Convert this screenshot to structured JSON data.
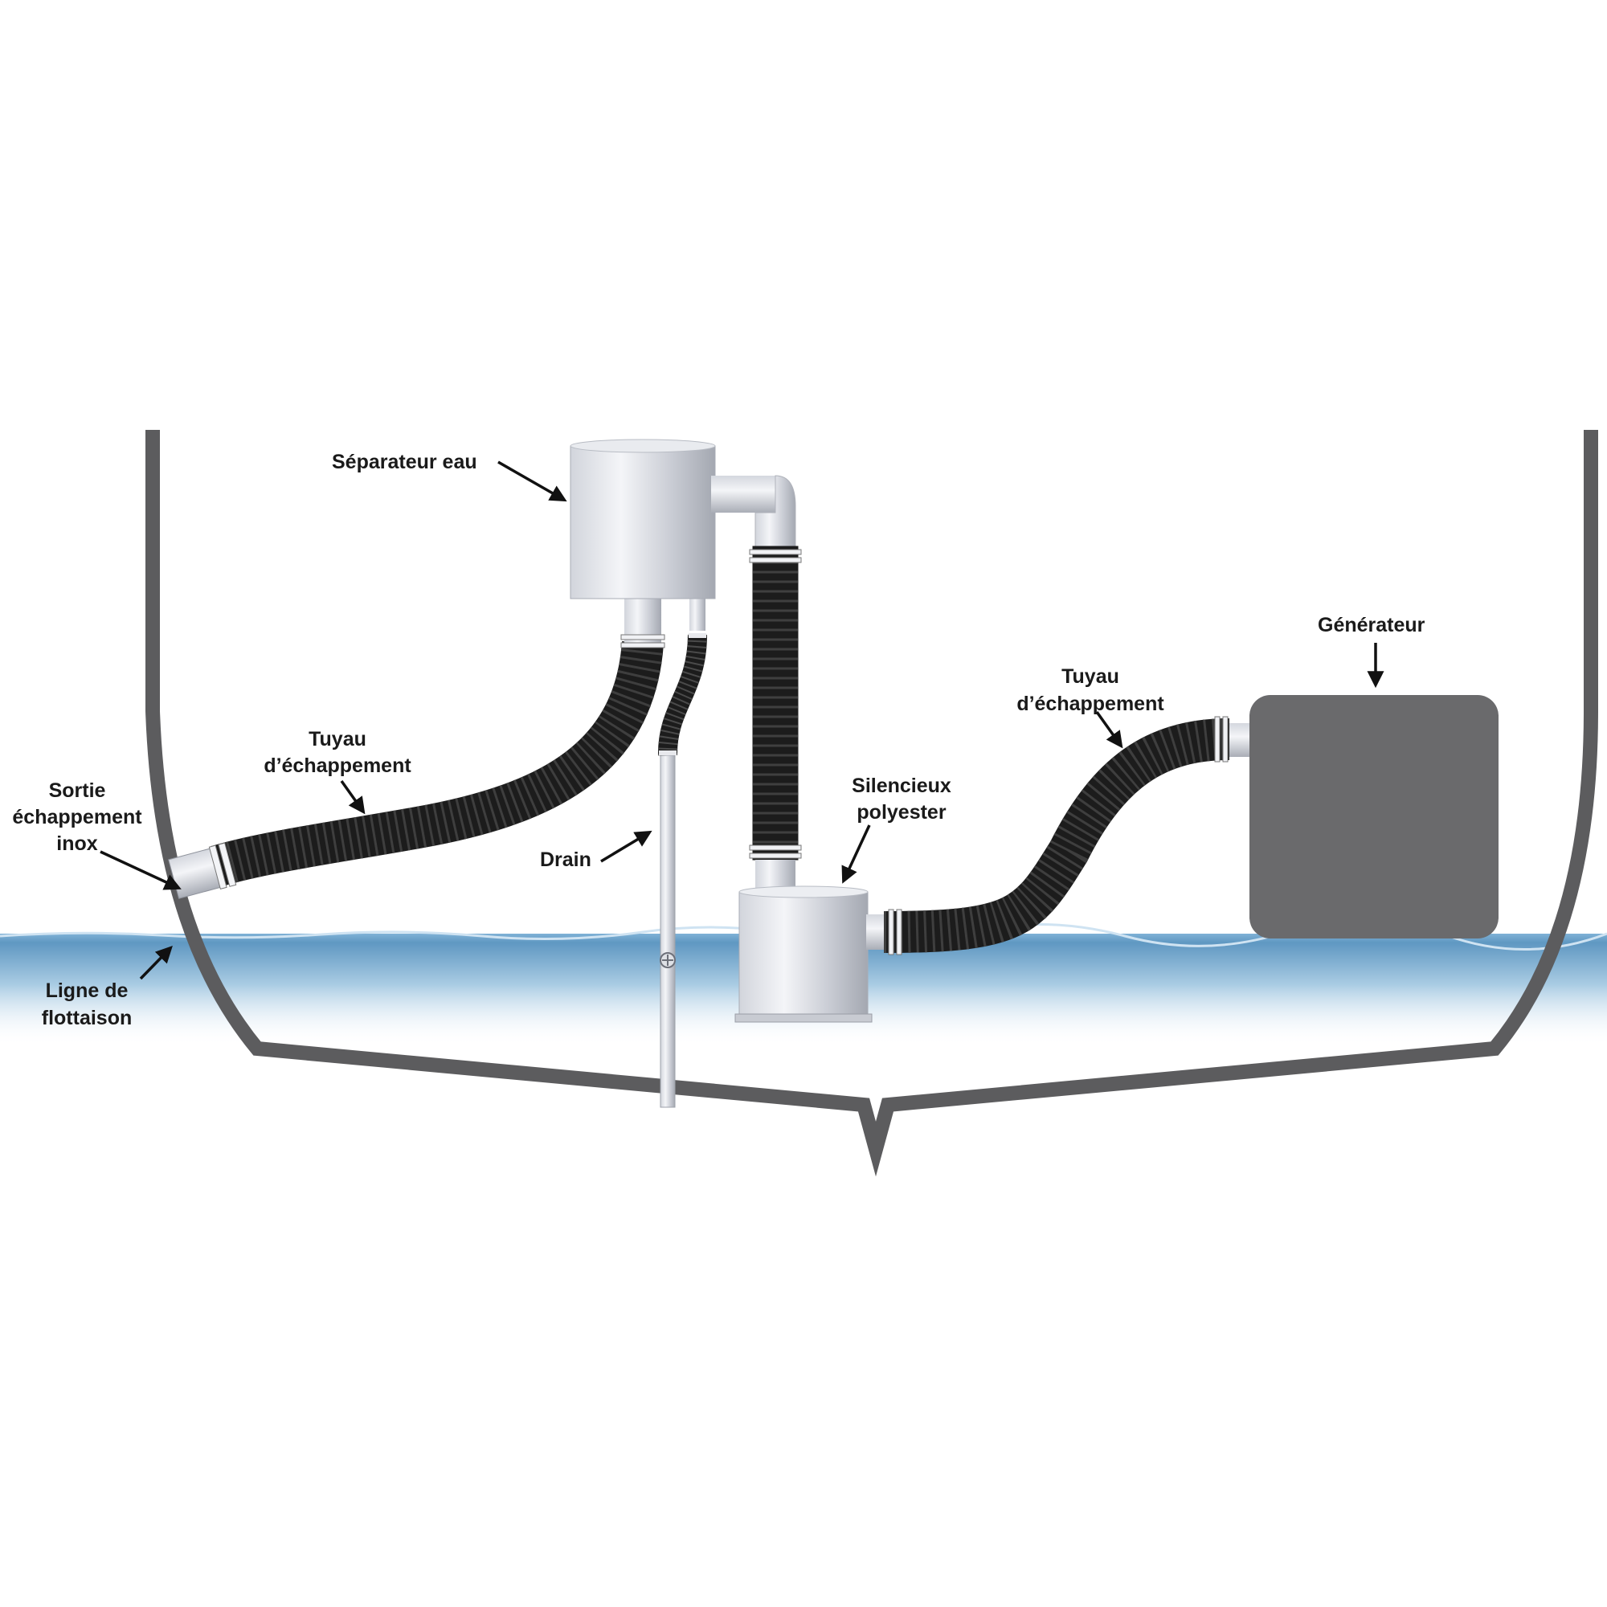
{
  "labels": {
    "separator": "Séparateur eau",
    "generator": "Générateur",
    "hose_left_1": "Tuyau",
    "hose_left_2": "d’échappement",
    "hose_right_1": "Tuyau",
    "hose_right_2": "d’échappement",
    "outlet_1": "Sortie",
    "outlet_2": "échappement",
    "outlet_3": "inox",
    "drain": "Drain",
    "muffler_1": "Silencieux",
    "muffler_2": "polyester",
    "waterline_1": "Ligne de",
    "waterline_2": "flottaison"
  },
  "colors": {
    "hull": "#5c5c5e",
    "hose": "#1c1c1c",
    "hose_rib": "#3a3a3a",
    "metal_light": "#eceef2",
    "metal_dark": "#a9adb6",
    "generator": "#6a6a6c",
    "water_top": "#5f98c2",
    "water_bottom": "#ffffff",
    "arrow": "#111111"
  }
}
